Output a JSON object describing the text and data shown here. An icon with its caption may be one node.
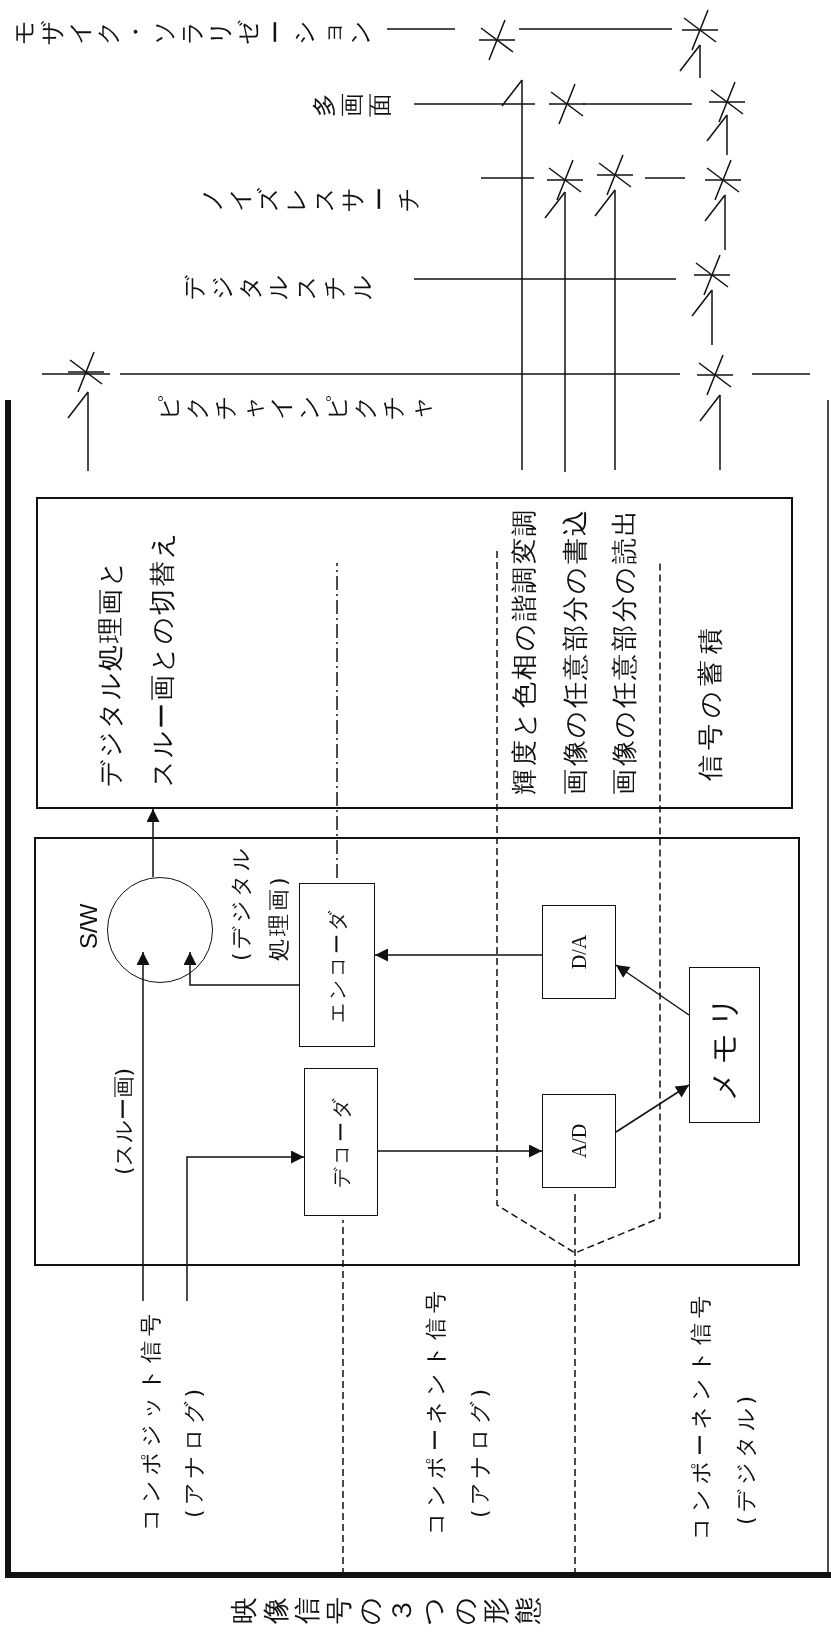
{
  "diagram": {
    "caption": "映像信号の３つの形態",
    "nodes": [
      {
        "text": [
          "デジタル処理画とスルー画との切替え",
          "輝度と色相の諧調変調",
          "画像の任意部分の書込",
          "画像の任意部分の読出",
          "信号の蓄積"
        ]
      },
      {
        "text": [],
        "shape": "box"
      },
      {
        "text": [
          "S/W"
        ],
        "in": 1
      },
      {
        "text": [
          "エンコーダ"
        ],
        "in": 1
      },
      {
        "text": [
          "デコーダ"
        ],
        "in": 1
      },
      {
        "text": [
          "D/A"
        ],
        "in": 1
      },
      {
        "text": [
          "A/D"
        ],
        "in": 1
      },
      {
        "text": [
          "メモリ"
        ],
        "in": 1
      },
      {
        "text": [
          "コンポジット信号",
          "(アナログ)"
        ]
      }
    ],
    "edges": [
      {
        "from": 8,
        "to": 2,
        "arrow": "to",
        "label": "(スルー画)"
      },
      {
        "from": 8,
        "to": 4,
        "arrow": "to"
      },
      {
        "from": 4,
        "to": 6,
        "arrow": "to"
      },
      {
        "from": 6,
        "to": 7,
        "arrow": "to"
      },
      {
        "from": 7,
        "to": 5,
        "arrow": "to"
      },
      {
        "from": 5,
        "to": 3,
        "arrow": "to"
      },
      {
        "from": 3,
        "to": 2,
        "arrow": "to",
        "label": "(デジタル処理画)"
      },
      {
        "from": 2,
        "to": 0,
        "arrow": "to"
      }
    ],
    "labels": [
      "モザイク・ソラリゼーション",
      "多画面",
      "ノイズレスサーチ",
      "デジタルスチル",
      "ピクチャインピクチャ",
      "コンポーネント信号",
      "(アナログ)",
      "コンポーネント信号",
      "(デジタル)"
    ]
  }
}
